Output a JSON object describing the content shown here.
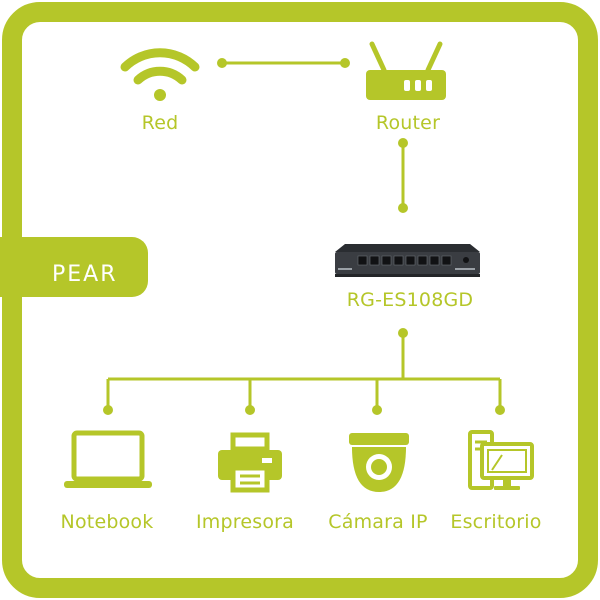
{
  "colors": {
    "accent": "#b5c629",
    "background": "#ffffff",
    "switch_body": "#3a3d42"
  },
  "brand": {
    "text": "PEAR",
    "icon": "pear-logo-icon"
  },
  "nodes": {
    "red": {
      "label": "Red",
      "icon": "wifi-icon"
    },
    "router": {
      "label": "Router",
      "icon": "router-icon"
    },
    "switch": {
      "label": "RG-ES108GD",
      "icon": "network-switch-icon"
    },
    "notebook": {
      "label": "Notebook",
      "icon": "laptop-icon"
    },
    "impresora": {
      "label": "Impresora",
      "icon": "printer-icon"
    },
    "camara": {
      "label": "Cámara IP",
      "icon": "ip-camera-icon"
    },
    "escritorio": {
      "label": "Escritorio",
      "icon": "desktop-computer-icon"
    }
  }
}
